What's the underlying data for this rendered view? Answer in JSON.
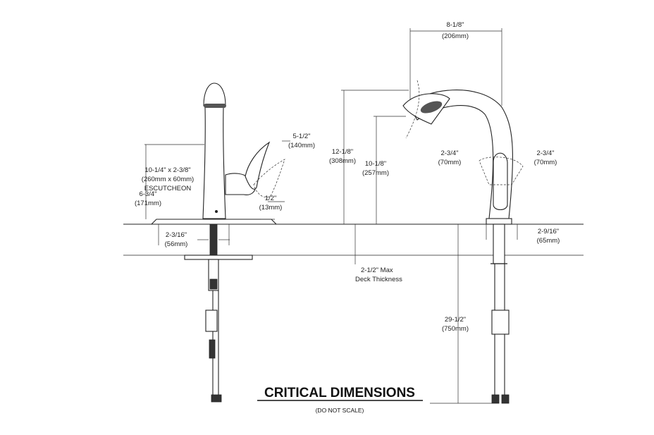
{
  "title": "CRITICAL DIMENSIONS",
  "subtitle": "(DO NOT SCALE)",
  "side_view": {
    "escutcheon_label": [
      "10-1/4\" x 2-3/8\"",
      "(260mm x 60mm)",
      "ESCUTCHEON"
    ],
    "deck_height": [
      "6-3/4\"",
      "(171mm)"
    ],
    "handle_swing": [
      "5-1/2\"",
      "(140mm)"
    ],
    "escutcheon_thickness": [
      "1/2\"",
      "(13mm)"
    ],
    "shank_width": [
      "2-3/16\"",
      "(56mm)"
    ]
  },
  "front_view": {
    "reach": [
      "8-1/8\"",
      "(206mm)"
    ],
    "overall_height": [
      "12-1/8\"",
      "(308mm)"
    ],
    "spout_height": [
      "10-1/8\"",
      "(257mm)"
    ],
    "handle_left": [
      "2-3/4\"",
      "(70mm)"
    ],
    "handle_right": [
      "2-3/4\"",
      "(70mm)"
    ],
    "base_width": [
      "2-9/16\"",
      "(65mm)"
    ],
    "deck_thickness": [
      "2-1/2\" Max",
      "Deck Thickness"
    ],
    "supply_length": [
      "29-1/2\"",
      "(750mm)"
    ]
  }
}
